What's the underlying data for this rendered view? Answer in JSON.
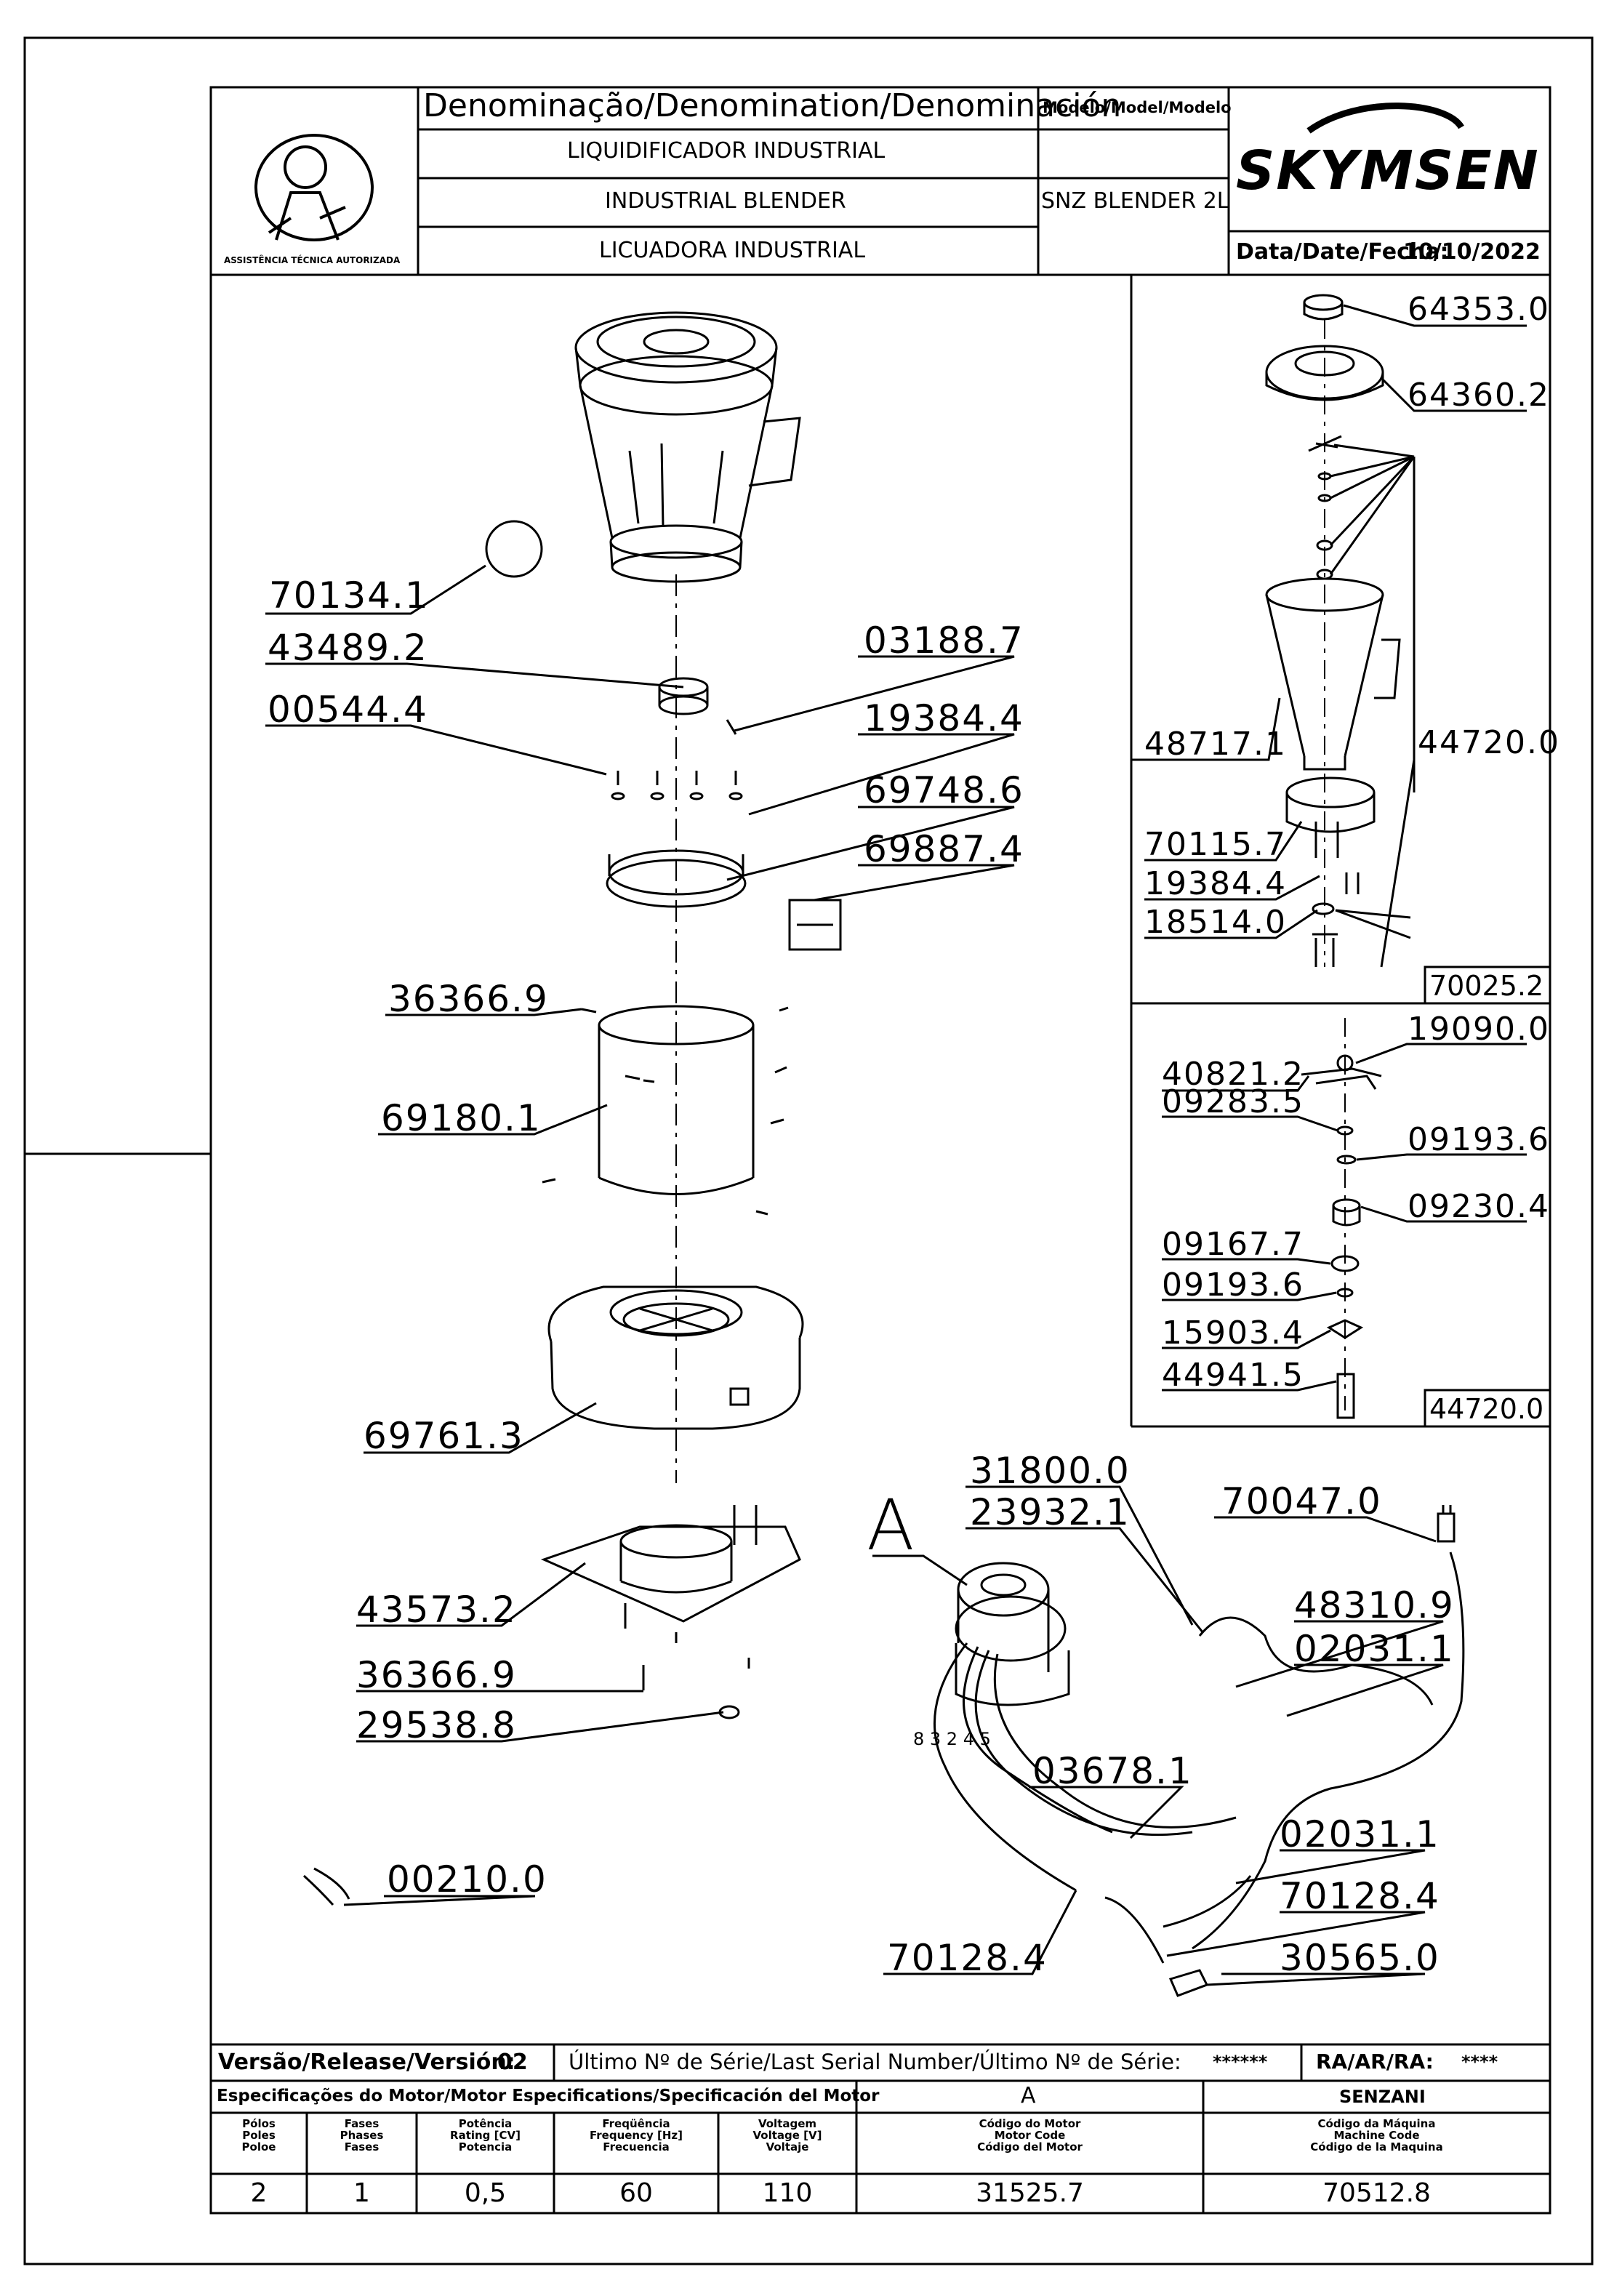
{
  "header": {
    "denomination_title": "Denominação/Denomination/Denominación",
    "name_pt": "LIQUIDIFICADOR  INDUSTRIAL",
    "name_en": "INDUSTRIAL  BLENDER",
    "name_es": "LICUADORA  INDUSTRIAL",
    "model_title": "Modelo/Model/Modelo",
    "model_value": "SNZ  BLENDER  2L",
    "brand": "SKYMSEN",
    "date_label": "Data/Date/Fecha:",
    "date_value": "10/10/2022",
    "seal_text": "ASSISTÊNCIA TÉCNICA AUTORIZADA"
  },
  "parts": {
    "p70134_1": "70134.1",
    "p43489_2": "43489.2",
    "p03188_7": "03188.7",
    "p00544_4": "00544.4",
    "p19384_4a": "19384.4",
    "p69748_6": "69748.6",
    "p69887_4": "69887.4",
    "p36366_9a": "36366.9",
    "p69180_1": "69180.1",
    "p69761_3": "69761.3",
    "p43573_2": "43573.2",
    "p36366_9b": "36366.9",
    "p29538_8": "29538.8",
    "p00210_0": "00210.0",
    "p64353_0": "64353.0",
    "p64360_2": "64360.2",
    "p48717_1": "48717.1",
    "p44720_0a": "44720.0",
    "p70115_7": "70115.7",
    "p19384_4b": "19384.4",
    "p18514_0": "18514.0",
    "p70025_2": "70025.2",
    "p19090_0": "19090.0",
    "p40821_2": "40821.2",
    "p09283_5": "09283.5",
    "p09193_6a": "09193.6",
    "p09230_4": "09230.4",
    "p09167_7": "09167.7",
    "p09193_6b": "09193.6",
    "p15903_4": "15903.4",
    "p44941_5": "44941.5",
    "p44720_0b": "44720.0",
    "p31800_0": "31800.0",
    "p23932_1": "23932.1",
    "p70047_0": "70047.0",
    "p48310_9": "48310.9",
    "p02031_1a": "02031.1",
    "p03678_1": "03678.1",
    "p02031_1b": "02031.1",
    "p70128_4a": "70128.4",
    "p70128_4b": "70128.4",
    "p30565_0": "30565.0",
    "detail_a": "A",
    "wire_numbers": "8 3 2 4 5"
  },
  "footer": {
    "version_label": "Versão/Release/Versión:",
    "version_value": "02",
    "serial_label": "Último  Nº  de  Série/Last  Serial  Number/Último  Nº  de  Série:",
    "serial_value": "******",
    "ra_label": "RA/AR/RA:",
    "ra_value": "****",
    "motor_spec_title": "Especificações do Motor/Motor Especifications/Specificación del Motor",
    "motor_letter": "A",
    "manufacturer": "SENZANI",
    "col_poles": "Pólos\nPoles\nPoloe",
    "col_phases": "Fases\nPhases\nFases",
    "col_power": "Potência\nRating [CV]\nPotencia",
    "col_freq": "Freqüência\nFrequency [Hz]\nFrecuencia",
    "col_voltage": "Voltagem\nVoltage [V]\nVoltaje",
    "col_motor_code": "Código do Motor\nMotor Code\nCódigo del Motor",
    "col_machine_code": "Código da Máquina\nMachine Code\nCódigo de la Maquina",
    "val_poles": "2",
    "val_phases": "1",
    "val_power": "0,5",
    "val_freq": "60",
    "val_voltage": "110",
    "val_motor_code": "31525.7",
    "val_machine_code": "70512.8"
  }
}
